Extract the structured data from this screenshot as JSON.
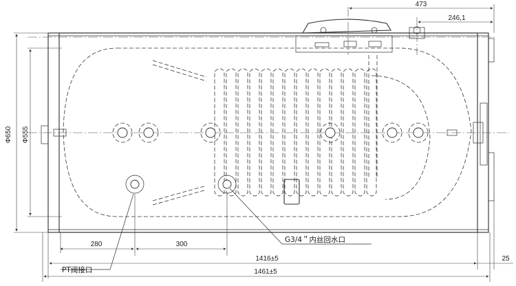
{
  "dimensions": {
    "top_overall": "473",
    "top_outlet": "246,1",
    "diameter_outer": "Φ650",
    "diameter_inner": "Φ555",
    "bottom_offset_1": "280",
    "bottom_spacing": "300",
    "length_inner": "1416±5",
    "length_outer": "1461±5",
    "right_offset": "25"
  },
  "callouts": {
    "return_port": "G3/4＂内丝回水口",
    "pt_valve": "PT阀接口"
  },
  "colors": {
    "line": "#2b2b2b",
    "background": "#ffffff"
  }
}
